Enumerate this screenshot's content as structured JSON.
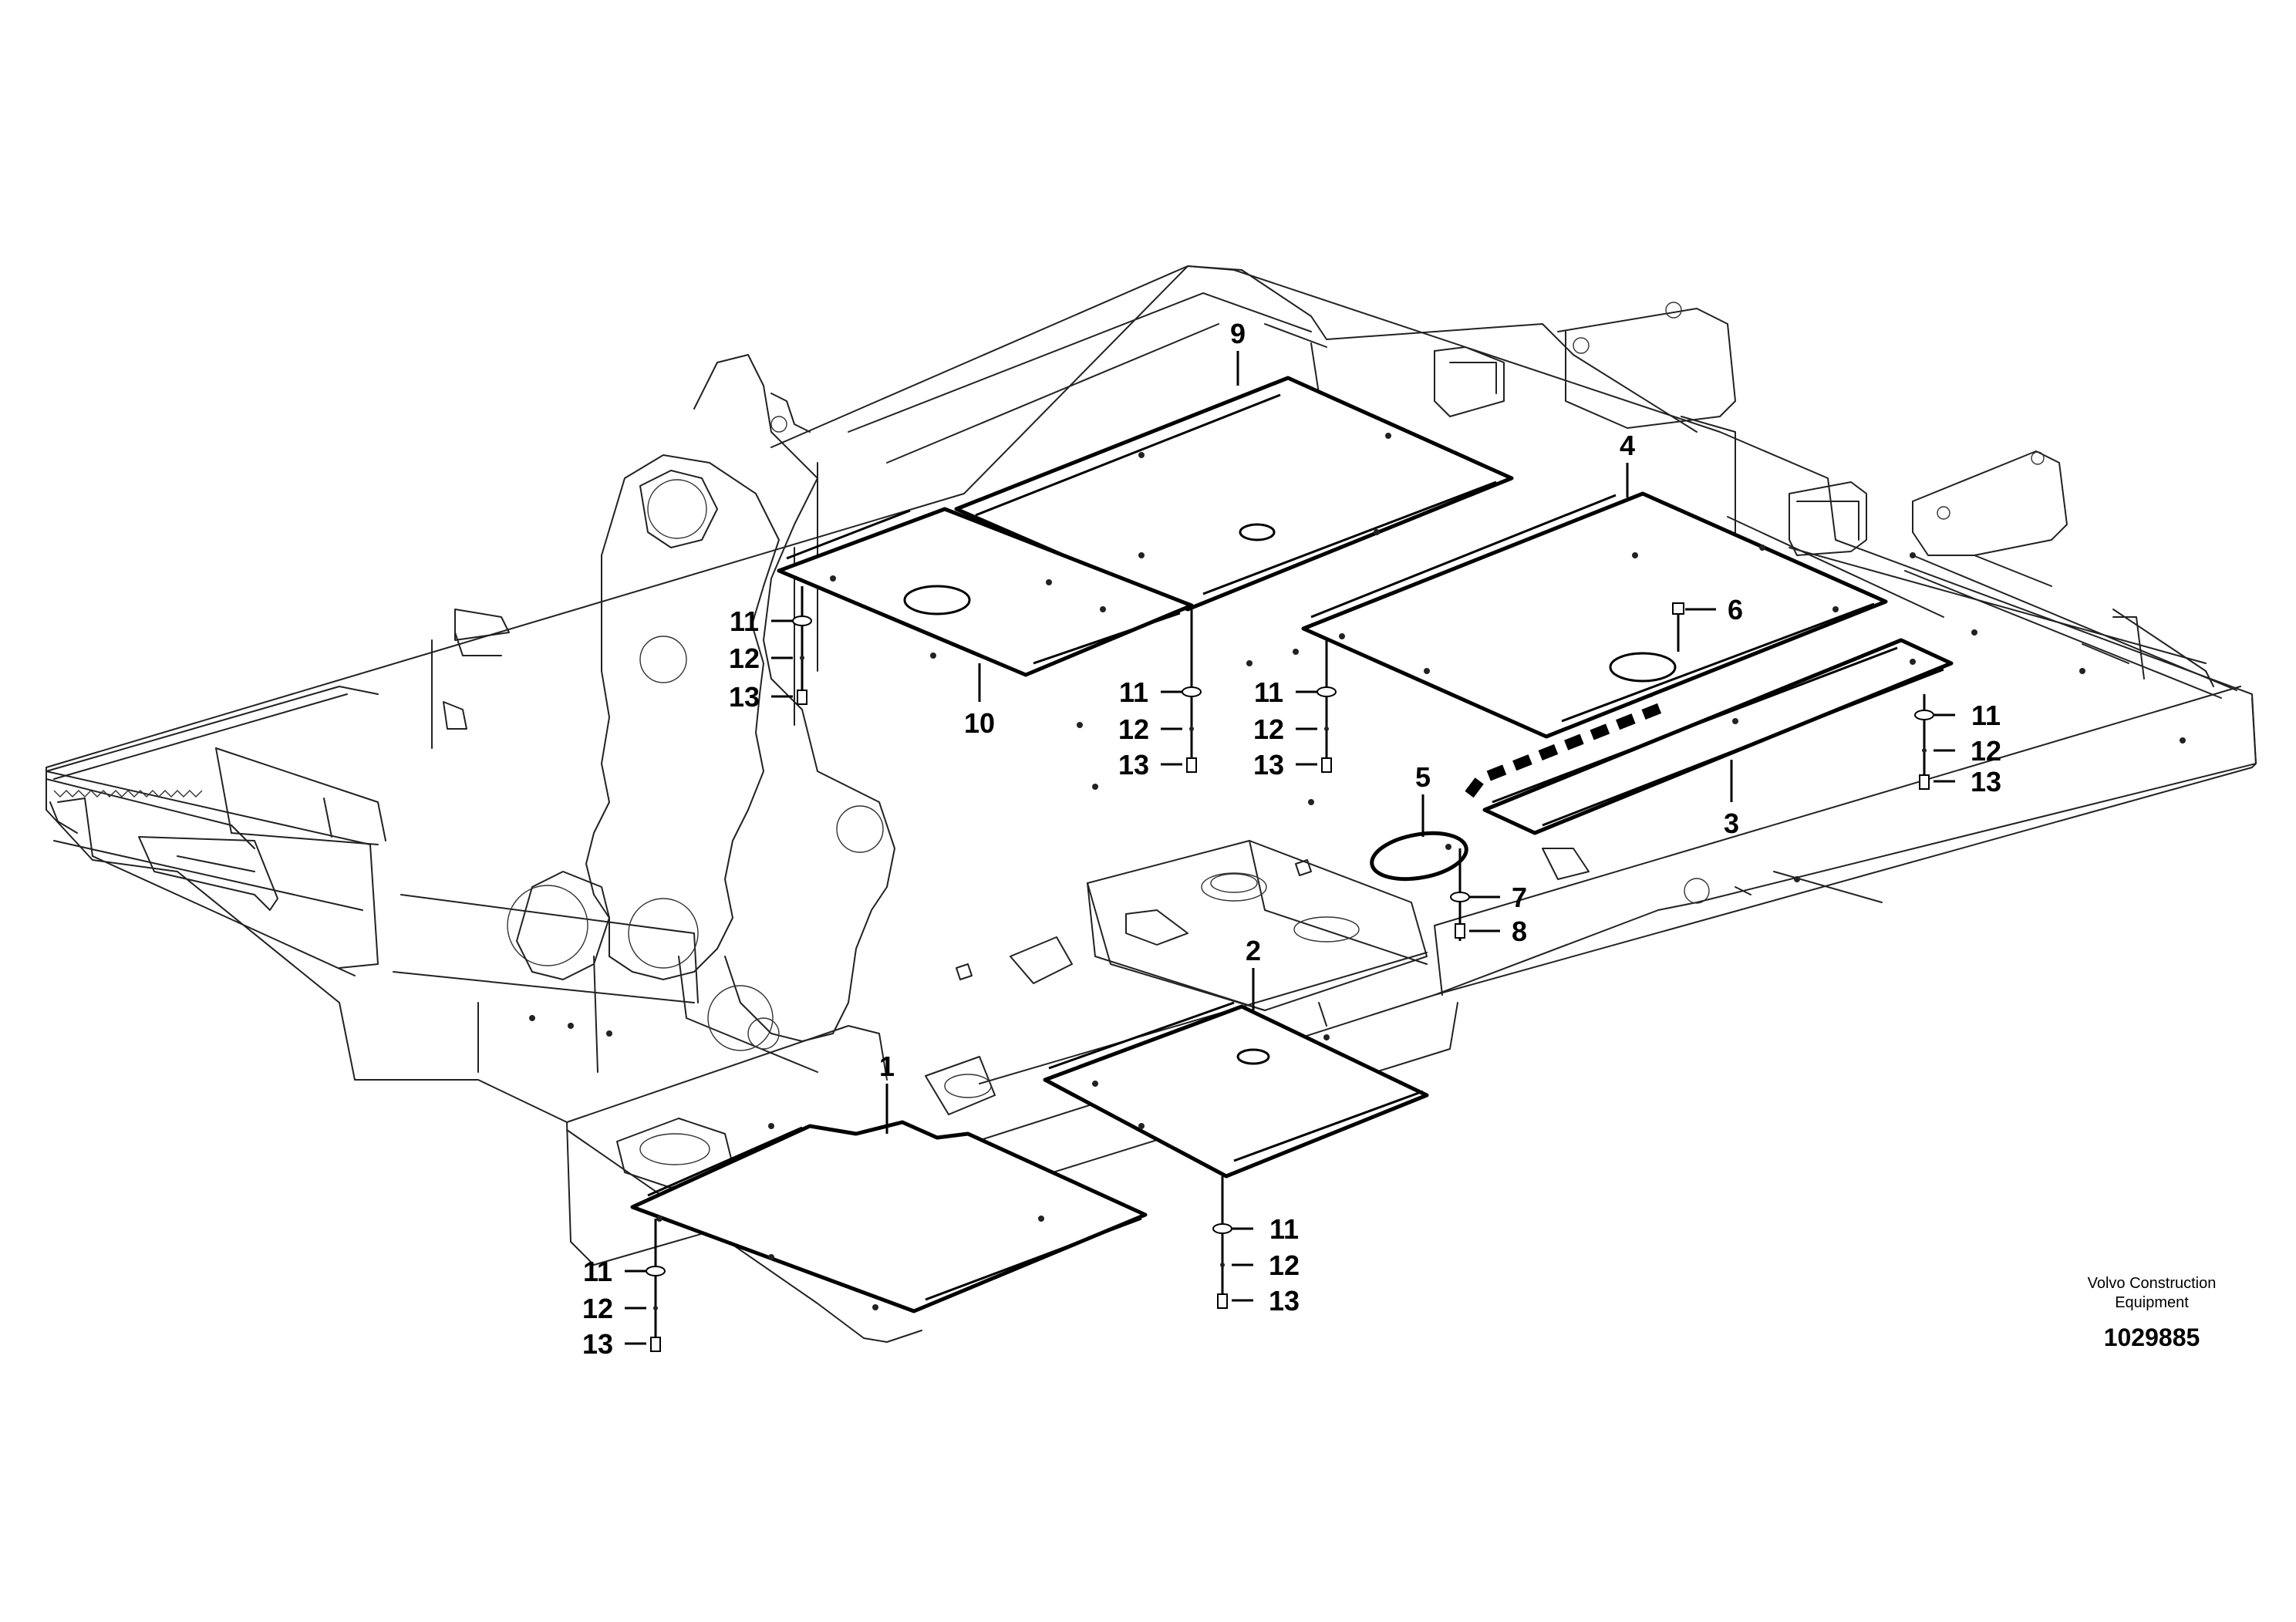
{
  "callouts": {
    "c1": "1",
    "c2": "2",
    "c3": "3",
    "c4": "4",
    "c5": "5",
    "c6": "6",
    "c7": "7",
    "c8": "8",
    "c9": "9",
    "c10": "10",
    "c11": "11",
    "c12": "12",
    "c13": "13"
  },
  "brand": {
    "line1": "Volvo Construction",
    "line2": "Equipment"
  },
  "drawing_number": "1029885"
}
